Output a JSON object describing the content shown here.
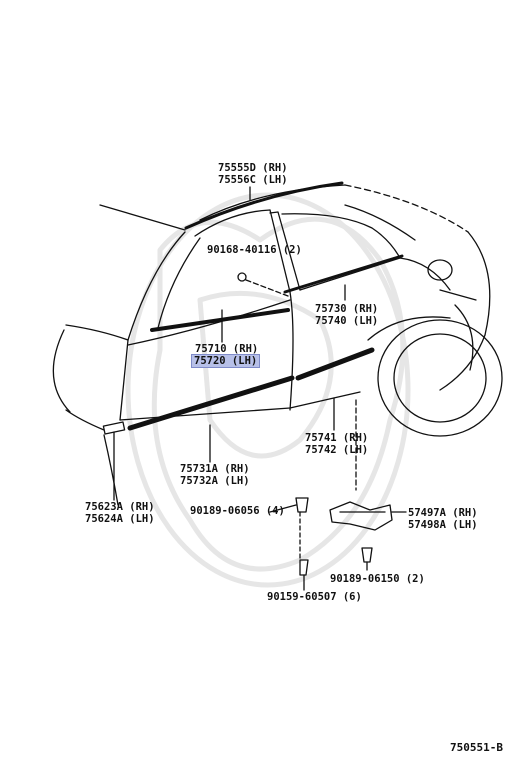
{
  "diagram": {
    "labels": {
      "moulding_roof_rh": "75555D (RH)",
      "moulding_roof_lh": "75556C (LH)",
      "clip_upper": "90168-40116 (2)",
      "front_belt_rh": "75710 (RH)",
      "front_belt_lh": "75720 (LH)",
      "rear_belt_rh": "75730 (RH)",
      "rear_belt_lh": "75740 (LH)",
      "rear_side_rh": "75741 (RH)",
      "rear_side_lh": "75742 (LH)",
      "front_side_rh": "75731A (RH)",
      "front_side_lh": "75732A (LH)",
      "fender_rh": "75623A (RH)",
      "fender_lh": "75624A (LH)",
      "clip_a": "90189-06056 (4)",
      "bracket_rh": "57497A (RH)",
      "bracket_lh": "57498A (LH)",
      "clip_b": "90189-06150 (2)",
      "clip_c": "90159-60507 (6)",
      "figure_code": "750551-B"
    },
    "highlight_color": "#b7c0e8"
  }
}
